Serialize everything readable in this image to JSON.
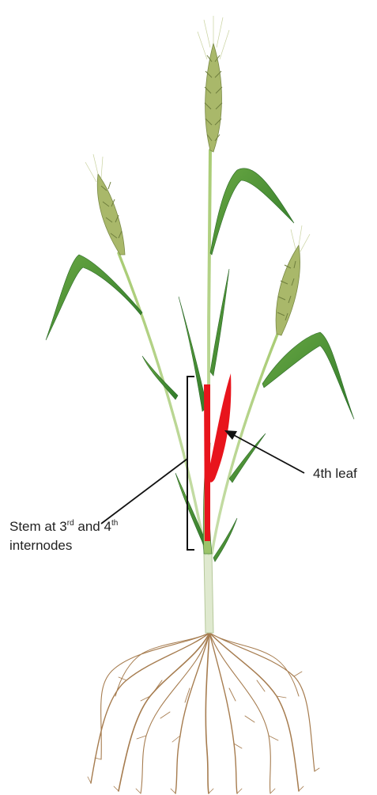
{
  "colors": {
    "highlight": "#e8141c",
    "leaf_dark": "#2f7a2a",
    "leaf_light": "#6aa843",
    "stem": "#8fbf5a",
    "ear": "#a9b86a",
    "root": "#a67c4f",
    "annotation": "#111111"
  },
  "labels": {
    "fourth_leaf": "4th leaf",
    "stem_prefix": "Stem at 3",
    "stem_sup1": "rd",
    "stem_mid": " and 4",
    "stem_sup2": "th",
    "stem_line2": "internodes"
  },
  "icons": [
    "wheat-plant-illustration",
    "arrow-icon",
    "bracket-icon"
  ]
}
